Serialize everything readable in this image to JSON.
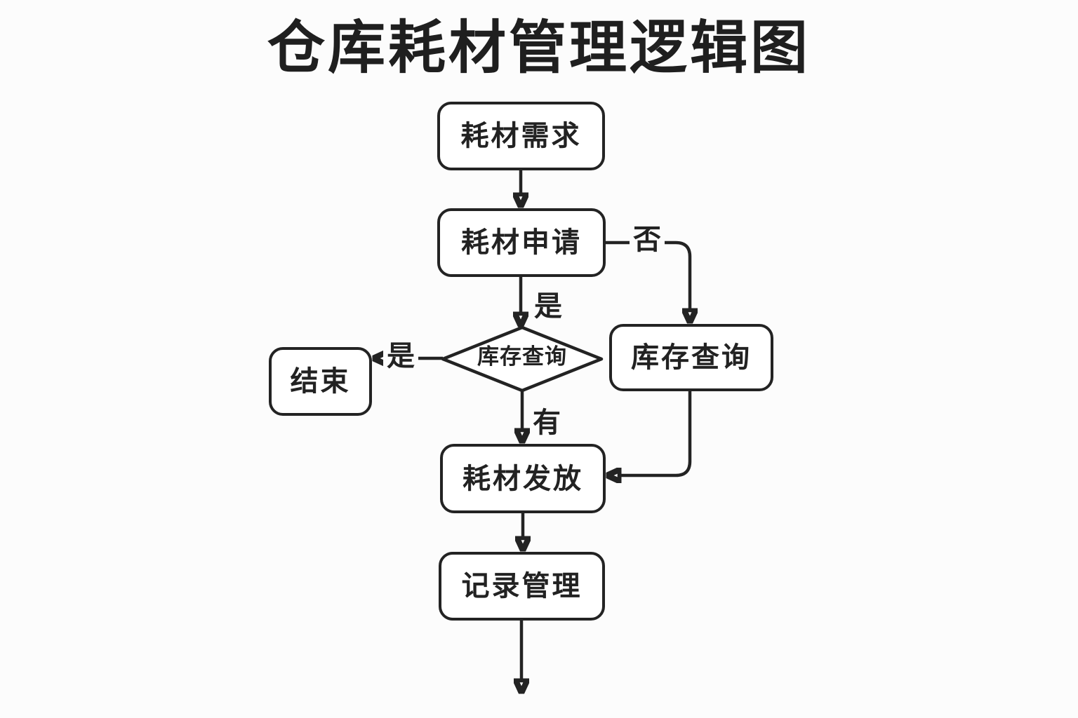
{
  "title": "仓库耗材管理逻辑图",
  "nodes": {
    "demand": {
      "label": "耗材需求"
    },
    "request": {
      "label": "耗材申请"
    },
    "decision": {
      "label": "库存查询"
    },
    "query": {
      "label": "库存查询"
    },
    "end": {
      "label": "结束"
    },
    "issue": {
      "label": "耗材发放"
    },
    "record": {
      "label": "记录管理"
    }
  },
  "edge_labels": {
    "no": "否",
    "yes_request": "是",
    "yes_end": "是",
    "have": "有"
  },
  "colors": {
    "background": "#fcfcfc",
    "line": "#232323",
    "node_fill": "#ffffff",
    "text": "#222222"
  }
}
